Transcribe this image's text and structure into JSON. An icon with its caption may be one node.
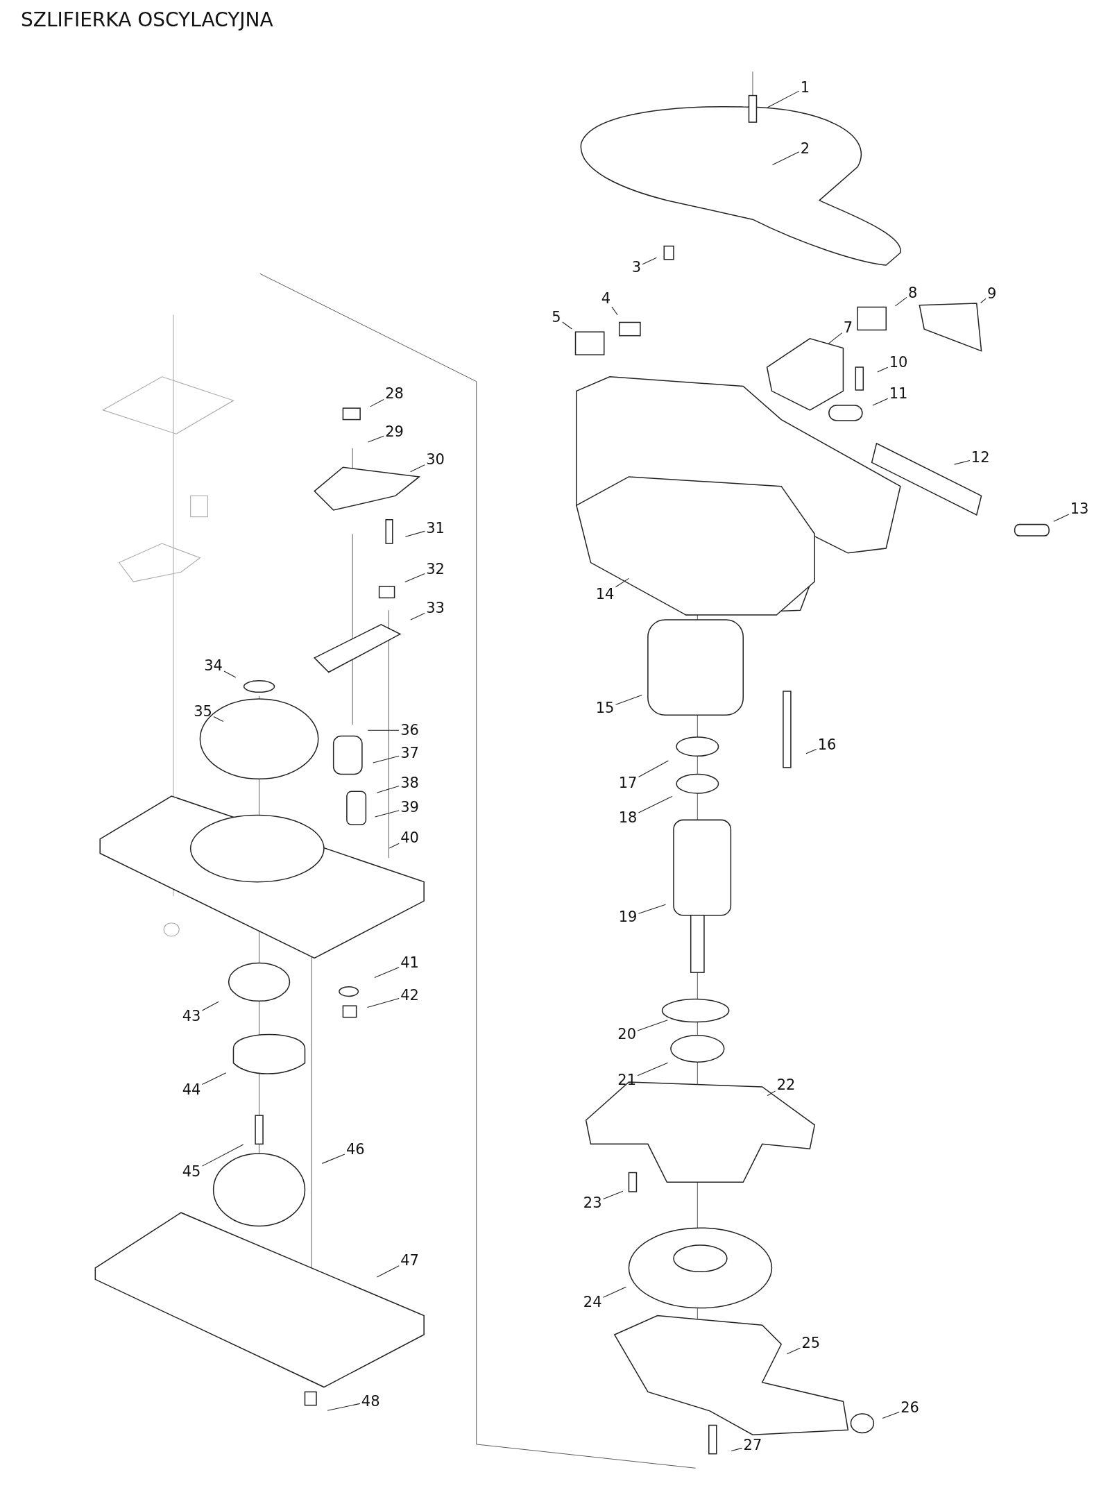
{
  "diagram": {
    "title": "SZLIFIERKA OSCYLACYJNA",
    "nodes": [
      {
        "text": [
          "1"
        ]
      },
      {
        "text": [
          "2"
        ]
      },
      {
        "text": [
          "3"
        ]
      },
      {
        "text": [
          "4"
        ]
      },
      {
        "text": [
          "5"
        ]
      },
      {
        "text": [
          "7"
        ]
      },
      {
        "text": [
          "8"
        ]
      },
      {
        "text": [
          "9"
        ]
      },
      {
        "text": [
          "10"
        ]
      },
      {
        "text": [
          "11"
        ]
      },
      {
        "text": [
          "12"
        ]
      },
      {
        "text": [
          "13"
        ]
      },
      {
        "text": [
          "14"
        ]
      },
      {
        "text": [
          "15"
        ]
      },
      {
        "text": [
          "16"
        ]
      },
      {
        "text": [
          "17"
        ]
      },
      {
        "text": [
          "18"
        ]
      },
      {
        "text": [
          "19"
        ]
      },
      {
        "text": [
          "20"
        ]
      },
      {
        "text": [
          "21"
        ]
      },
      {
        "text": [
          "22"
        ]
      },
      {
        "text": [
          "23"
        ]
      },
      {
        "text": [
          "24"
        ]
      },
      {
        "text": [
          "25"
        ]
      },
      {
        "text": [
          "26"
        ]
      },
      {
        "text": [
          "27"
        ]
      },
      {
        "text": [
          "28"
        ]
      },
      {
        "text": [
          "29"
        ]
      },
      {
        "text": [
          "30"
        ]
      },
      {
        "text": [
          "31"
        ]
      },
      {
        "text": [
          "32"
        ]
      },
      {
        "text": [
          "33"
        ]
      },
      {
        "text": [
          "34"
        ]
      },
      {
        "text": [
          "35"
        ]
      },
      {
        "text": [
          "36"
        ]
      },
      {
        "text": [
          "37"
        ]
      },
      {
        "text": [
          "38"
        ]
      },
      {
        "text": [
          "39"
        ]
      },
      {
        "text": [
          "40"
        ]
      },
      {
        "text": [
          "41"
        ]
      },
      {
        "text": [
          "42"
        ]
      },
      {
        "text": [
          "43"
        ]
      },
      {
        "text": [
          "44"
        ]
      },
      {
        "text": [
          "45"
        ]
      },
      {
        "text": [
          "46"
        ]
      },
      {
        "text": [
          "47"
        ]
      },
      {
        "text": [
          "48"
        ]
      }
    ],
    "edges": [
      {
        "from": 0,
        "to": null,
        "arrow": "none"
      },
      {
        "from": 1,
        "to": null,
        "arrow": "none"
      },
      {
        "from": 2,
        "to": null,
        "arrow": "none"
      },
      {
        "from": 3,
        "to": null,
        "arrow": "none"
      },
      {
        "from": 4,
        "to": null,
        "arrow": "none"
      },
      {
        "from": 5,
        "to": null,
        "arrow": "none"
      },
      {
        "from": 6,
        "to": null,
        "arrow": "none"
      },
      {
        "from": 7,
        "to": null,
        "arrow": "none"
      },
      {
        "from": 8,
        "to": null,
        "arrow": "none"
      },
      {
        "from": 9,
        "to": null,
        "arrow": "none"
      },
      {
        "from": 10,
        "to": null,
        "arrow": "none"
      },
      {
        "from": 11,
        "to": null,
        "arrow": "none"
      },
      {
        "from": 12,
        "to": null,
        "arrow": "none"
      },
      {
        "from": 13,
        "to": null,
        "arrow": "none"
      },
      {
        "from": 14,
        "to": null,
        "arrow": "none"
      },
      {
        "from": 15,
        "to": null,
        "arrow": "none"
      },
      {
        "from": 16,
        "to": null,
        "arrow": "none"
      },
      {
        "from": 17,
        "to": null,
        "arrow": "none"
      },
      {
        "from": 18,
        "to": null,
        "arrow": "none"
      },
      {
        "from": 19,
        "to": null,
        "arrow": "none"
      },
      {
        "from": 20,
        "to": null,
        "arrow": "none"
      },
      {
        "from": 21,
        "to": null,
        "arrow": "none"
      },
      {
        "from": 22,
        "to": null,
        "arrow": "none"
      },
      {
        "from": 23,
        "to": null,
        "arrow": "none"
      },
      {
        "from": 24,
        "to": null,
        "arrow": "none"
      },
      {
        "from": 25,
        "to": null,
        "arrow": "none"
      },
      {
        "from": 26,
        "to": null,
        "arrow": "none"
      },
      {
        "from": 27,
        "to": null,
        "arrow": "none"
      },
      {
        "from": 28,
        "to": null,
        "arrow": "none"
      },
      {
        "from": 29,
        "to": null,
        "arrow": "none"
      },
      {
        "from": 30,
        "to": null,
        "arrow": "none"
      },
      {
        "from": 31,
        "to": null,
        "arrow": "none"
      },
      {
        "from": 32,
        "to": null,
        "arrow": "none"
      },
      {
        "from": 33,
        "to": null,
        "arrow": "none"
      },
      {
        "from": 34,
        "to": null,
        "arrow": "none"
      },
      {
        "from": 35,
        "to": null,
        "arrow": "none"
      },
      {
        "from": 36,
        "to": null,
        "arrow": "none"
      },
      {
        "from": 37,
        "to": null,
        "arrow": "none"
      },
      {
        "from": 38,
        "to": null,
        "arrow": "none"
      },
      {
        "from": 39,
        "to": null,
        "arrow": "none"
      },
      {
        "from": 40,
        "to": null,
        "arrow": "none"
      },
      {
        "from": 41,
        "to": null,
        "arrow": "none"
      },
      {
        "from": 42,
        "to": null,
        "arrow": "none"
      },
      {
        "from": 43,
        "to": null,
        "arrow": "none"
      },
      {
        "from": 44,
        "to": null,
        "arrow": "none"
      },
      {
        "from": 45,
        "to": null,
        "arrow": "none"
      },
      {
        "from": 46,
        "to": null,
        "arrow": "none"
      }
    ]
  }
}
